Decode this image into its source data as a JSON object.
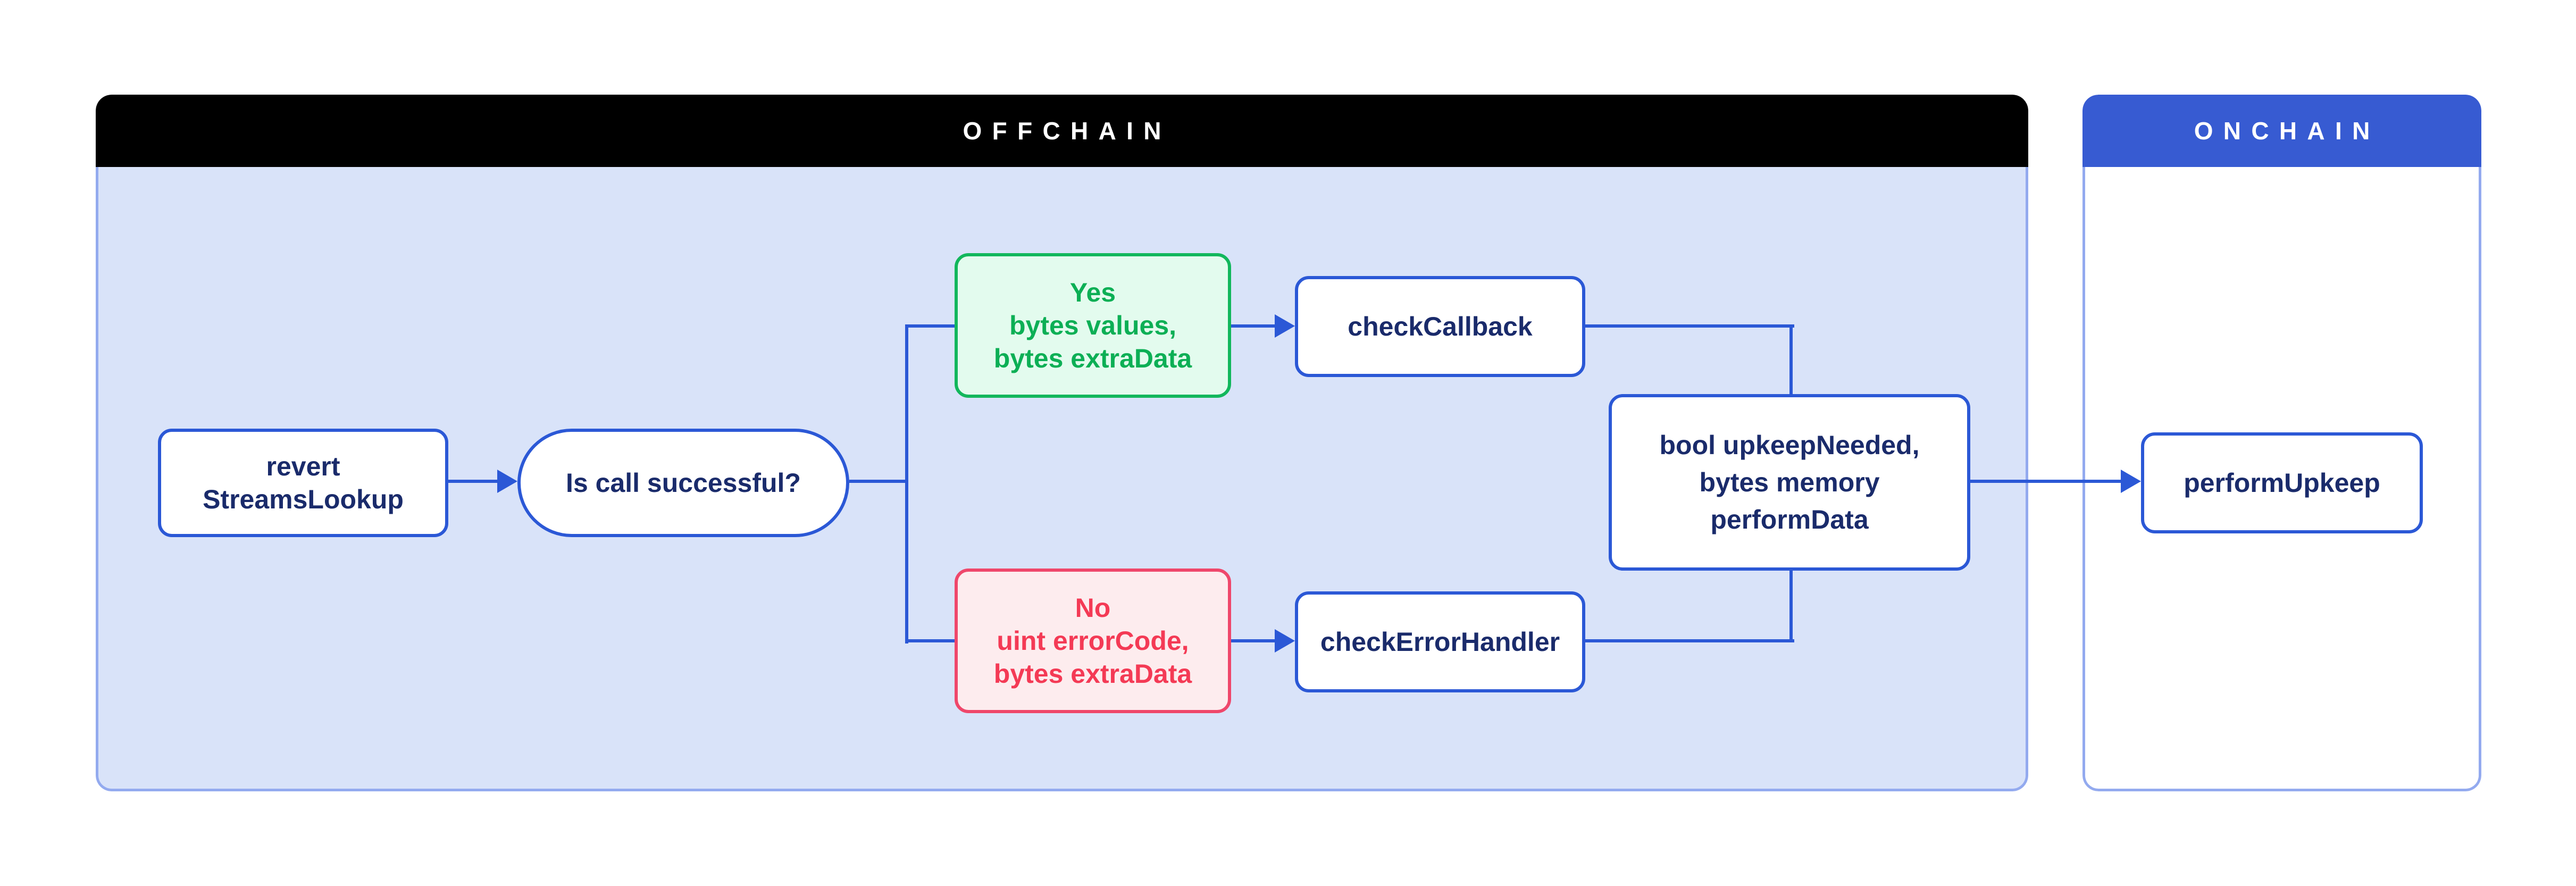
{
  "offchain": {
    "title": "OFFCHAIN"
  },
  "onchain": {
    "title": "ONCHAIN"
  },
  "nodes": {
    "revert_streams_lookup": {
      "line1": "revert",
      "line2": "StreamsLookup"
    },
    "is_call_successful": {
      "label": "Is call successful?"
    },
    "yes_branch": {
      "line1": "Yes",
      "line2": "bytes values,",
      "line3": "bytes extraData"
    },
    "check_callback": {
      "label": "checkCallback"
    },
    "no_branch": {
      "line1": "No",
      "line2": "uint errorCode,",
      "line3": "bytes extraData"
    },
    "check_error_handler": {
      "label": "checkErrorHandler"
    },
    "upkeep_result": {
      "line1": "bool upkeepNeeded,",
      "line2": "bytes memory",
      "line3": "performData"
    },
    "perform_upkeep": {
      "label": "performUpkeep"
    }
  },
  "colors": {
    "accent_blue": "#2b58d6",
    "header_blue": "#375bd2",
    "navy_text": "#1a2b6b",
    "offchain_header_bg": "#000000",
    "offchain_body_bg": "#d9e3f9",
    "container_border": "#93aaef",
    "green_text": "#0caf55",
    "green_border": "#12b75c",
    "green_bg": "#e3fbee",
    "red_text": "#f43a55",
    "red_border": "#ef476b",
    "red_bg": "#fdecee"
  }
}
